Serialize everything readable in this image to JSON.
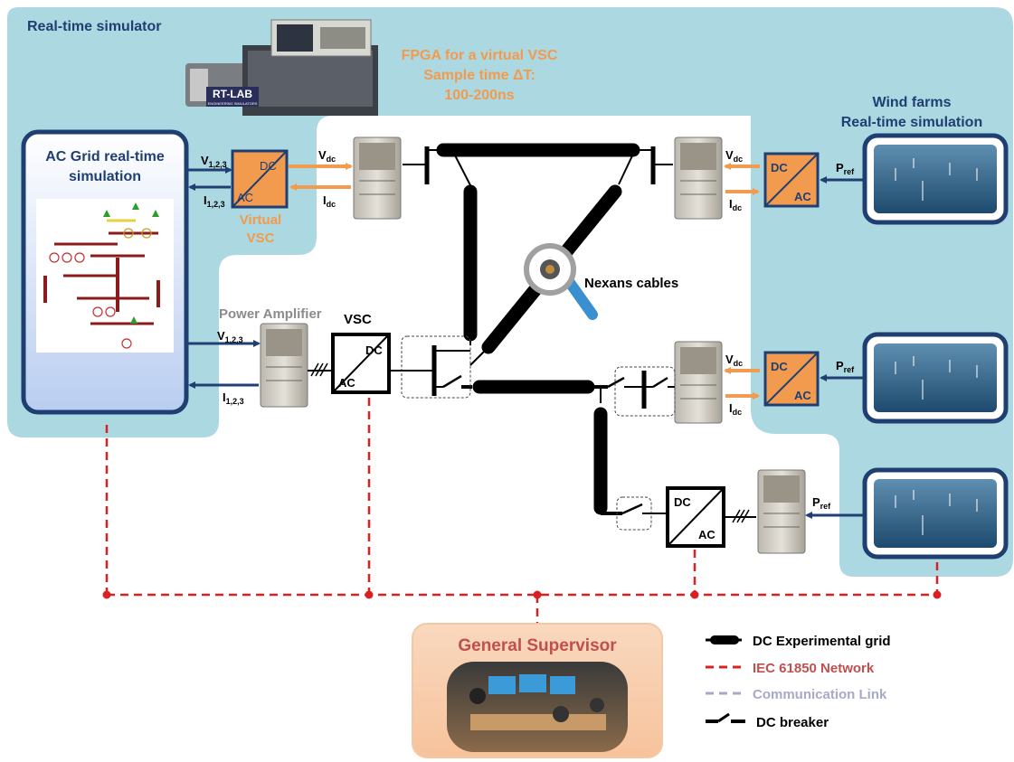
{
  "region_title": "Real-time simulator",
  "fpga": {
    "line1": "FPGA for a virtual VSC",
    "line2": "Sample time ΔT:",
    "line3": "100-200ns",
    "logo": "RT-LAB",
    "logo_sub": "ENGINEERING SIMULATORS"
  },
  "wind": {
    "line1": "Wind farms",
    "line2": "Real-time simulation"
  },
  "ac_grid": {
    "line1": "AC Grid real-time",
    "line2": "simulation"
  },
  "virtual_vsc": {
    "line1": "Virtual",
    "line2": "VSC",
    "dc": "DC",
    "ac": "AC"
  },
  "vsc": {
    "title": "VSC",
    "dc": "DC",
    "ac": "AC"
  },
  "power_amplifier": "Power Amplifier",
  "nexans": "Nexans cables",
  "signals": {
    "v_main": "V",
    "v_sub": "1,2,3",
    "i_main": "I",
    "i_sub": "1,2,3",
    "vdc_main": "V",
    "vdc_sub": "dc",
    "idc_main": "I",
    "idc_sub": "dc",
    "pref_main": "P",
    "pref_sub": "ref"
  },
  "converters": {
    "dc": "DC",
    "ac": "AC"
  },
  "supervisor": "General Supervisor",
  "legend": {
    "dc_grid": "DC Experimental grid",
    "iec": "IEC 61850 Network",
    "comm": "Communication Link",
    "breaker": "DC breaker"
  },
  "colors": {
    "simulator_bg": "#acd8e1",
    "navy": "#1f3f72",
    "orange": "#f29b4e",
    "red_dash": "#d92121",
    "supervisor_title": "#c0504d",
    "legend_comm": "#a7a9c8"
  }
}
